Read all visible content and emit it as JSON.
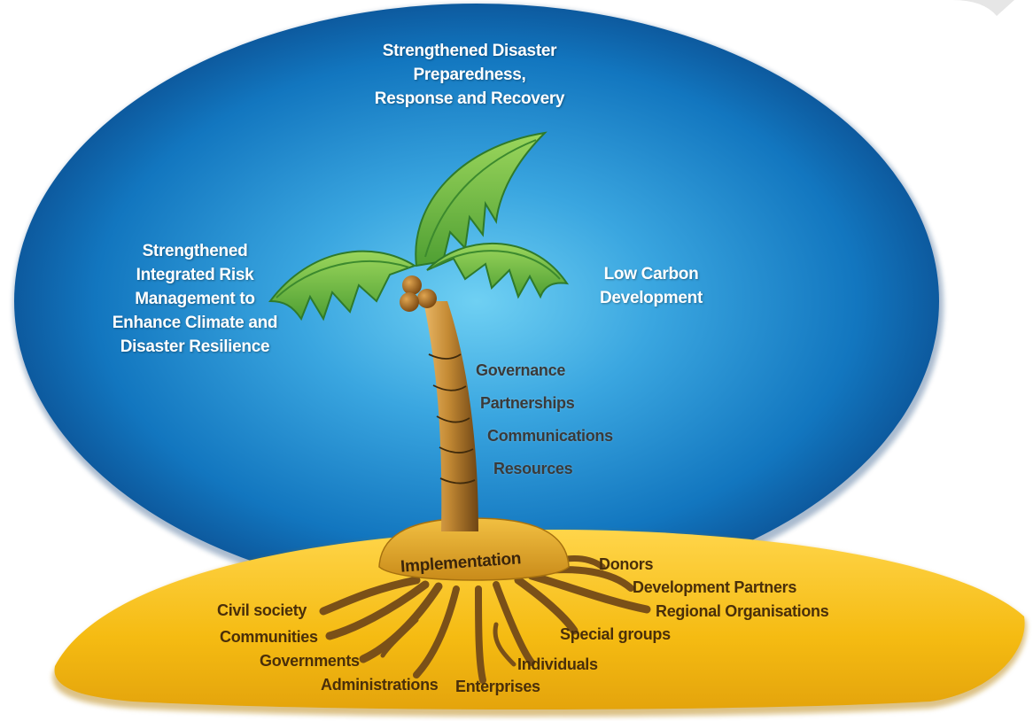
{
  "goals": {
    "top": [
      "Strengthened Disaster",
      "Preparedness,",
      "Response and Recovery"
    ],
    "left": [
      "Strengthened",
      "Integrated Risk",
      "Management to",
      "Enhance Climate and",
      "Disaster Resilience"
    ],
    "right": [
      "Low Carbon",
      "Development"
    ]
  },
  "pillars": [
    "Governance",
    "Partnerships",
    "Communications",
    "Resources"
  ],
  "implementation": "Implementation",
  "stakeholders": {
    "left": [
      "Civil society",
      "Communities",
      "Governments",
      "Administrations"
    ],
    "right": [
      "Donors",
      "Development Partners",
      "Regional Organisations",
      "Special groups",
      "Individuals",
      "Enterprises"
    ]
  },
  "colors": {
    "sky_center": "#5fc6ef",
    "sky_edge": "#0b4f94",
    "island": "#f7c21a",
    "island_shadow": "#c48c0f",
    "leaf": "#7ec44a",
    "leaf_dark": "#2f7a2b",
    "trunk": "#b07a2e",
    "coconut": "#a86c1f",
    "root": "#7a5018"
  }
}
